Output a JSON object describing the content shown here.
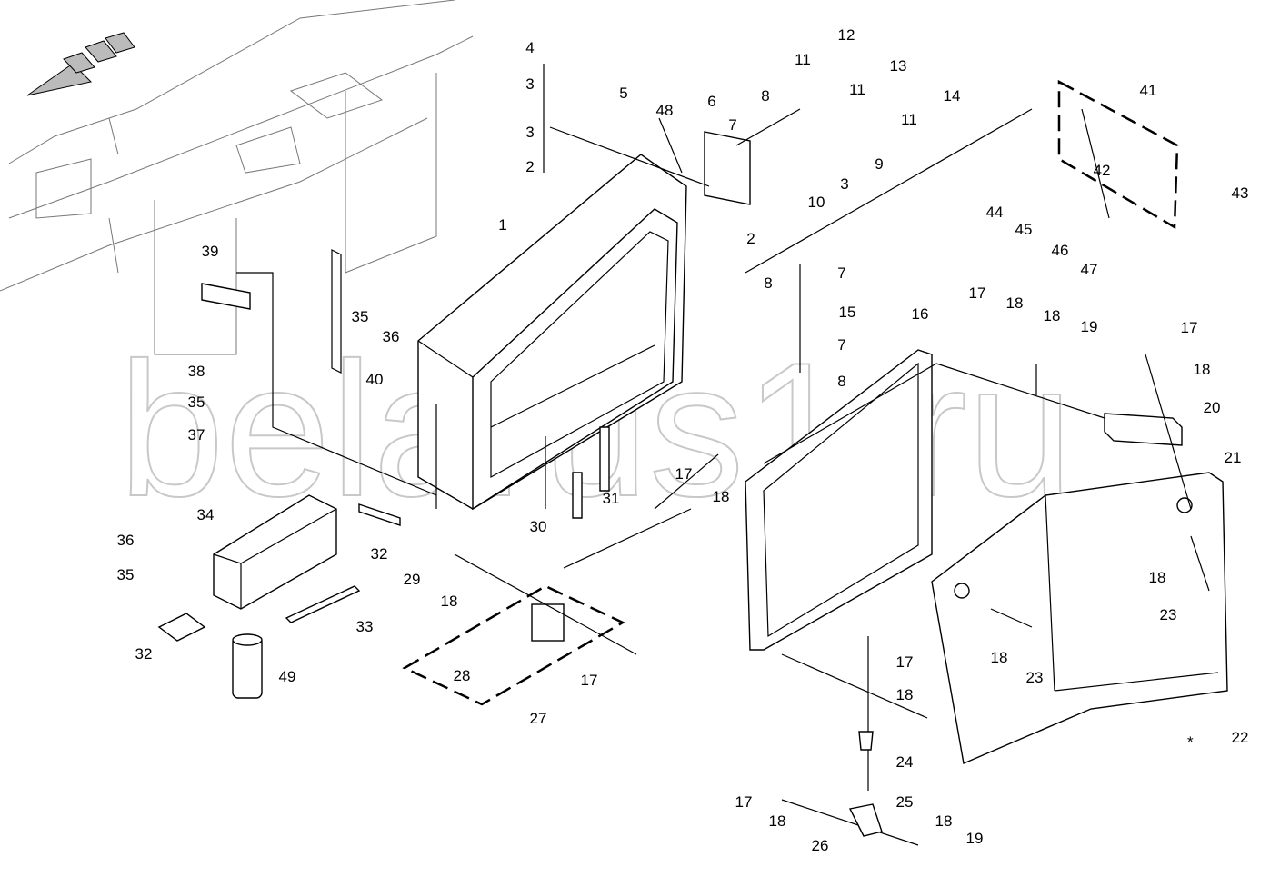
{
  "diagram": {
    "watermark": "belarus1.ru",
    "part_labels": [
      "4",
      "3",
      "3",
      "2",
      "5",
      "48",
      "1",
      "6",
      "8",
      "7",
      "9",
      "3",
      "10",
      "2",
      "12",
      "11",
      "13",
      "11",
      "14",
      "11",
      "41",
      "42",
      "43",
      "44",
      "45",
      "46",
      "47",
      "8",
      "7",
      "15",
      "7",
      "8",
      "39",
      "35",
      "36",
      "40",
      "38",
      "35",
      "37",
      "16",
      "17",
      "18",
      "18",
      "19",
      "17",
      "18",
      "20",
      "21",
      "17",
      "18",
      "31",
      "30",
      "34",
      "32",
      "36",
      "35",
      "32",
      "33",
      "49",
      "29",
      "18",
      "28",
      "27",
      "17",
      "18",
      "23",
      "18",
      "23",
      "17",
      "18",
      "24",
      "25",
      "22",
      "17",
      "18",
      "26",
      "18",
      "19"
    ],
    "note_marker": "*",
    "colors": {
      "line": "#000000",
      "background": "#ffffff",
      "watermark": "#c8c8c8"
    }
  }
}
